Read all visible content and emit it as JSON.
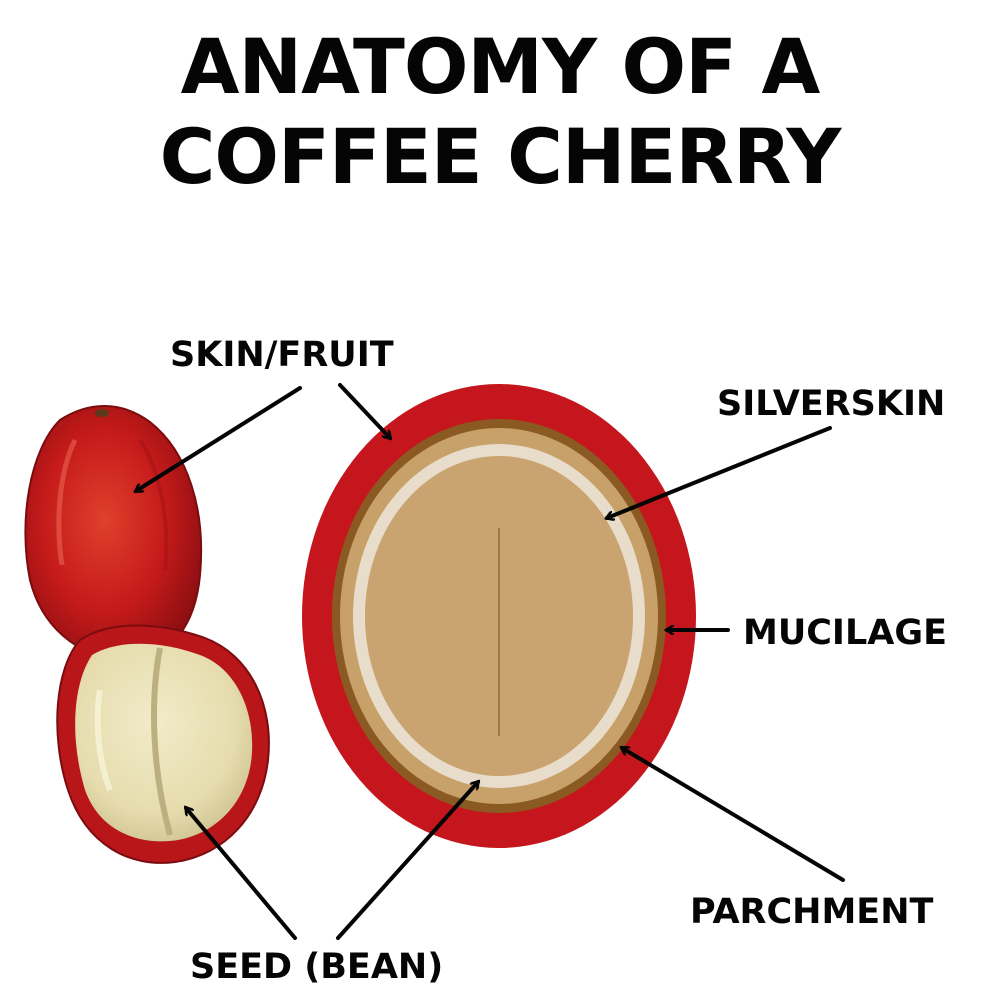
{
  "title": {
    "line1": "ANATOMY OF A",
    "line2": "COFFEE CHERRY"
  },
  "labels": {
    "skin_fruit": "SKIN/FRUIT",
    "silverskin": "SILVERSKIN",
    "mucilage": "MUCILAGE",
    "parchment": "PARCHMENT",
    "seed_bean": "SEED (BEAN)"
  },
  "colors": {
    "skin": "#c4161c",
    "mucilage": "#8a5a22",
    "parchment": "#c8a06a",
    "silverskin": "#e8dccb",
    "bean": "#c9a370",
    "bean_line": "#a07a40",
    "text": "#050505"
  }
}
